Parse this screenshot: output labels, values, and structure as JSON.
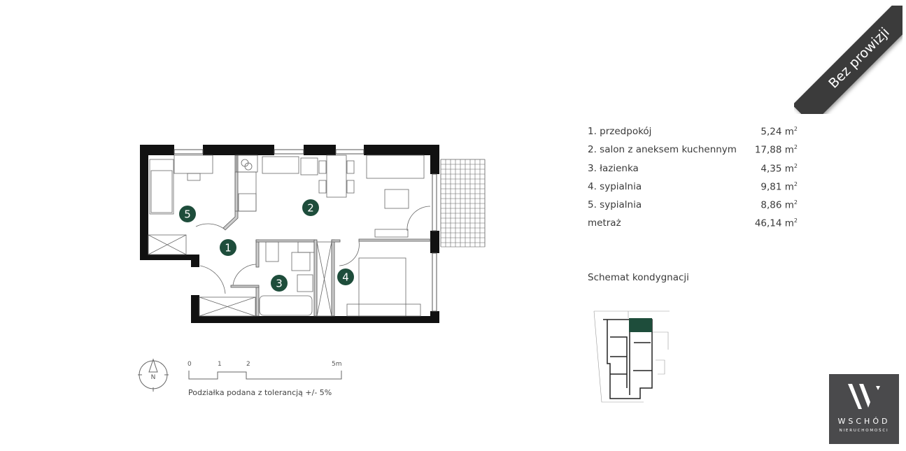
{
  "badge": {
    "label": "Bez prowizji"
  },
  "rooms": [
    {
      "label": "1. przedpokój",
      "area": "5,24 m",
      "unit_sup": "2"
    },
    {
      "label": "2. salon z aneksem kuchennym",
      "area": "17,88 m",
      "unit_sup": "2"
    },
    {
      "label": "3. łazienka",
      "area": "4,35 m",
      "unit_sup": "2"
    },
    {
      "label": "4. sypialnia",
      "area": "9,81 m",
      "unit_sup": "2"
    },
    {
      "label": "5. sypialnia",
      "area": "8,86 m",
      "unit_sup": "2"
    },
    {
      "label": "metraż",
      "area": "46,14 m",
      "unit_sup": "2"
    }
  ],
  "schema_title": "Schemat kondygnacji",
  "plan_markers": [
    "1",
    "2",
    "3",
    "4",
    "5"
  ],
  "compass": {
    "label": "N"
  },
  "scale": {
    "ticks": [
      "0",
      "1",
      "2",
      "5m"
    ],
    "note": "Podziałka podana z tolerancją +/- 5%"
  },
  "logo": {
    "name": "WSCHÓD",
    "sub": "NIERUCHOMOŚCI"
  },
  "colors": {
    "accent": "#1e4d3b",
    "wall": "#111111",
    "badge": "#3b3b3b",
    "logo_bg": "#4a4a4c"
  }
}
